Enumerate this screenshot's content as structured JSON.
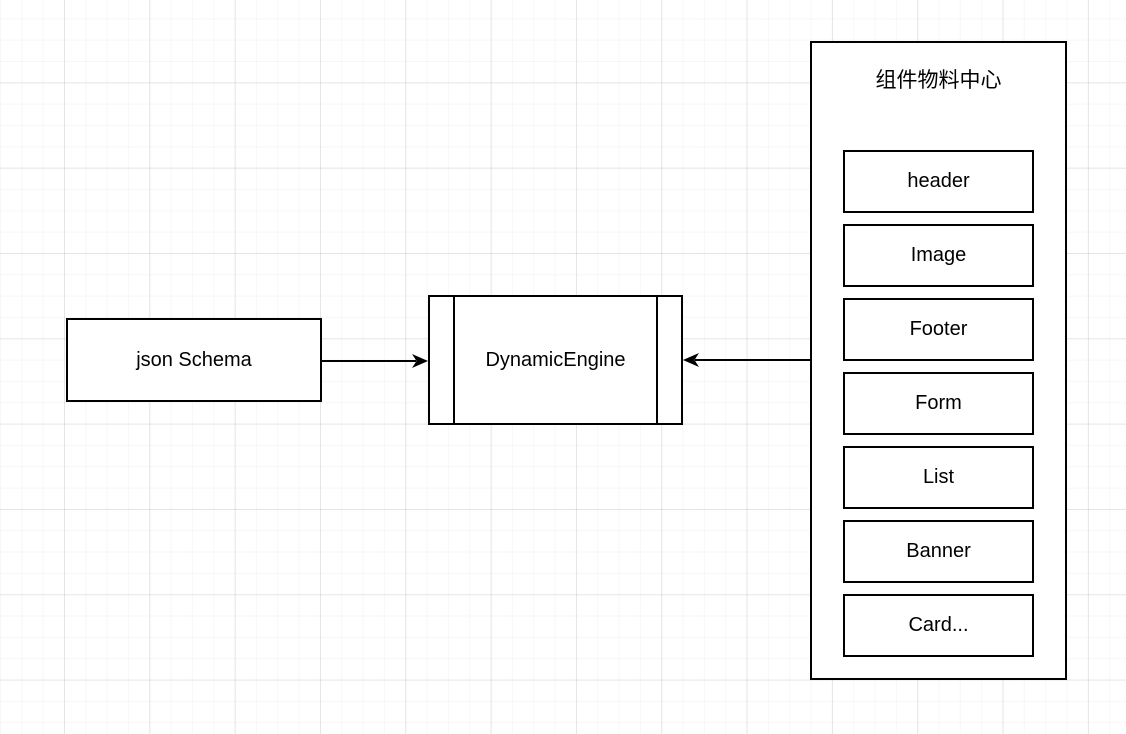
{
  "nodes": {
    "json_schema": {
      "label": "json Schema"
    },
    "dynamic_engine": {
      "label": "DynamicEngine"
    },
    "material_center": {
      "title": "组件物料中心",
      "components": [
        "header",
        "Image",
        "Footer",
        "Form",
        "List",
        "Banner",
        "Card..."
      ]
    }
  },
  "edges": [
    {
      "from": "json_schema",
      "to": "dynamic_engine",
      "direction": "right"
    },
    {
      "from": "material_center",
      "to": "dynamic_engine",
      "direction": "left"
    }
  ],
  "colors": {
    "stroke": "#000000",
    "fill": "#ffffff",
    "grid_minor": "#f7f7f7",
    "grid_major": "#ececec"
  }
}
